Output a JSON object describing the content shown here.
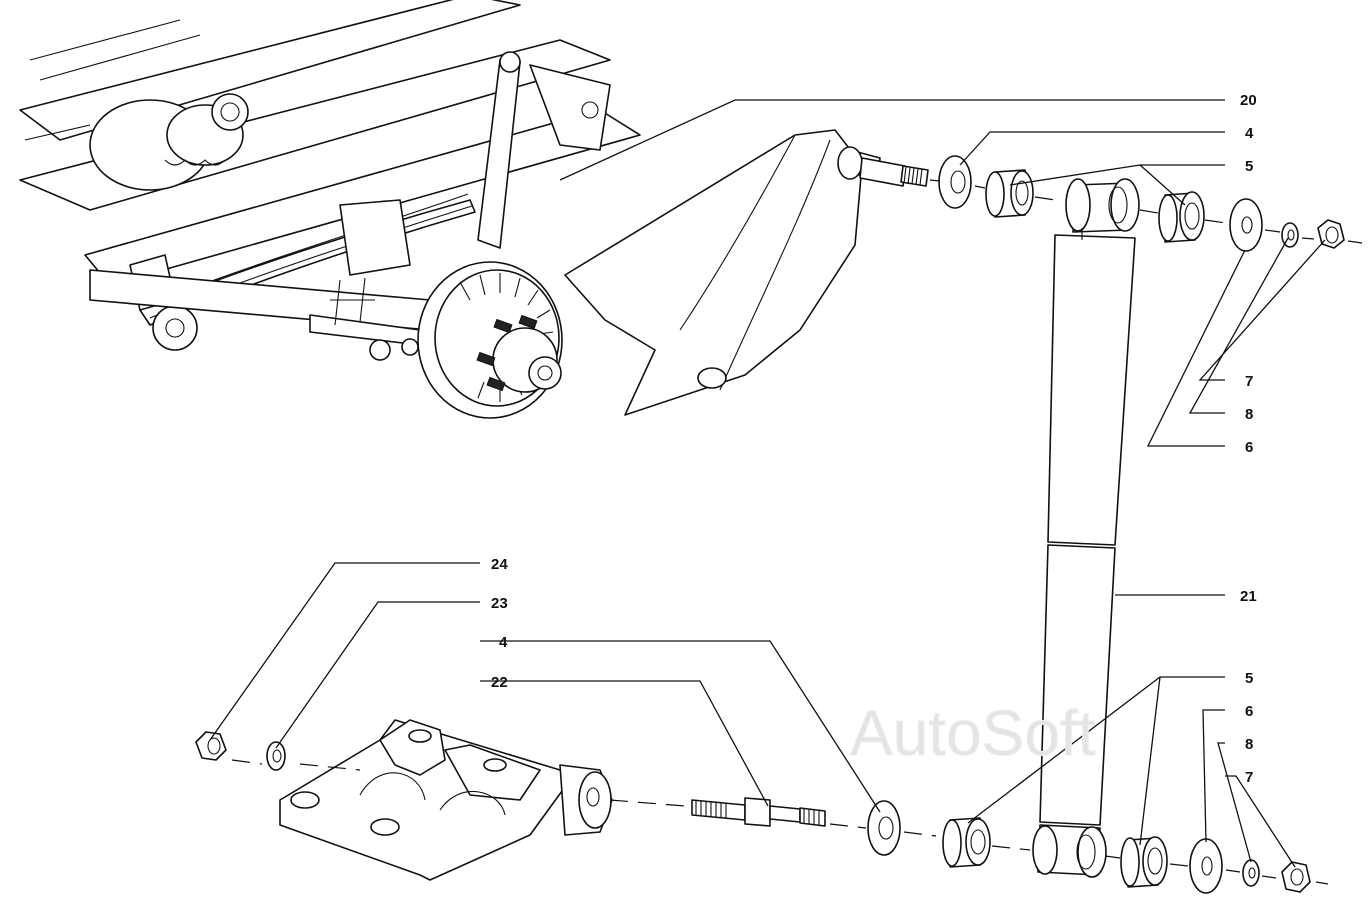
{
  "watermark": "AutoSoft",
  "callouts": {
    "c20": "20",
    "c4_top": "4",
    "c5_top": "5",
    "c7_top": "7",
    "c8_top": "8",
    "c6_top": "6",
    "c21": "21",
    "c24": "24",
    "c23": "23",
    "c4_bottom": "4",
    "c22": "22",
    "c5_bottom": "5",
    "c6_bottom": "6",
    "c8_bottom": "8",
    "c7_bottom": "7"
  }
}
